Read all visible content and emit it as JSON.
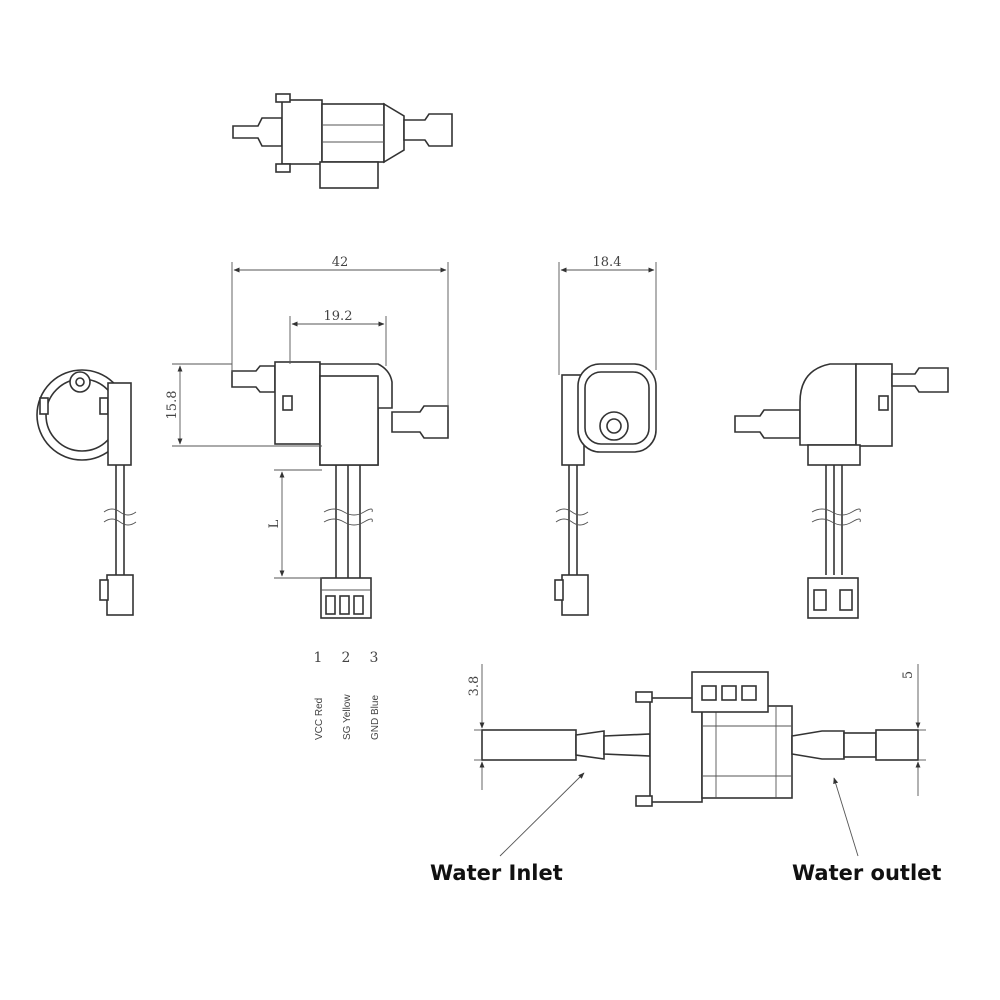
{
  "dimensions": {
    "overall_length": "42",
    "inlet_offset": "19.2",
    "width": "18.4",
    "height": "15.8",
    "lead_length": "L",
    "inlet_diameter": "3.8",
    "outlet_diameter": "5"
  },
  "pins": [
    {
      "number": "1",
      "label": "VCC Red"
    },
    {
      "number": "2",
      "label": "SG Yellow"
    },
    {
      "number": "3",
      "label": "GND Blue"
    }
  ],
  "callouts": {
    "inlet": "Water Inlet",
    "outlet": "Water outlet"
  }
}
